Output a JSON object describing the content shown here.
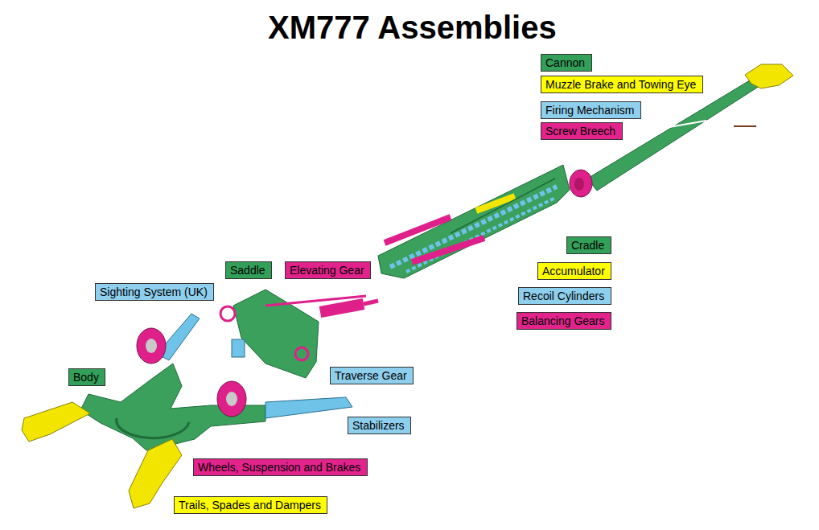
{
  "diagram": {
    "title": "XM777 Assemblies",
    "nodes": [
      {
        "text": [
          "Cannon"
        ]
      },
      {
        "text": [
          "Muzzle Brake and Towing Eye"
        ]
      },
      {
        "text": [
          "Firing Mechanism"
        ]
      },
      {
        "text": [
          "Screw Breech"
        ]
      },
      {
        "text": [
          "Cradle"
        ]
      },
      {
        "text": [
          "Saddle"
        ]
      },
      {
        "text": [
          "Elevating Gear"
        ]
      },
      {
        "text": [
          "Accumulator"
        ]
      },
      {
        "text": [
          "Sighting System (UK)"
        ]
      },
      {
        "text": [
          "Recoil Cylinders"
        ]
      },
      {
        "text": [
          "Balancing Gears"
        ]
      },
      {
        "text": [
          "Traverse Gear"
        ]
      },
      {
        "text": [
          "Body"
        ]
      },
      {
        "text": [
          "Stabilizers"
        ]
      },
      {
        "text": [
          "Wheels, Suspension and Brakes"
        ]
      },
      {
        "text": [
          "Trails, Spades and Dampers"
        ]
      }
    ]
  }
}
